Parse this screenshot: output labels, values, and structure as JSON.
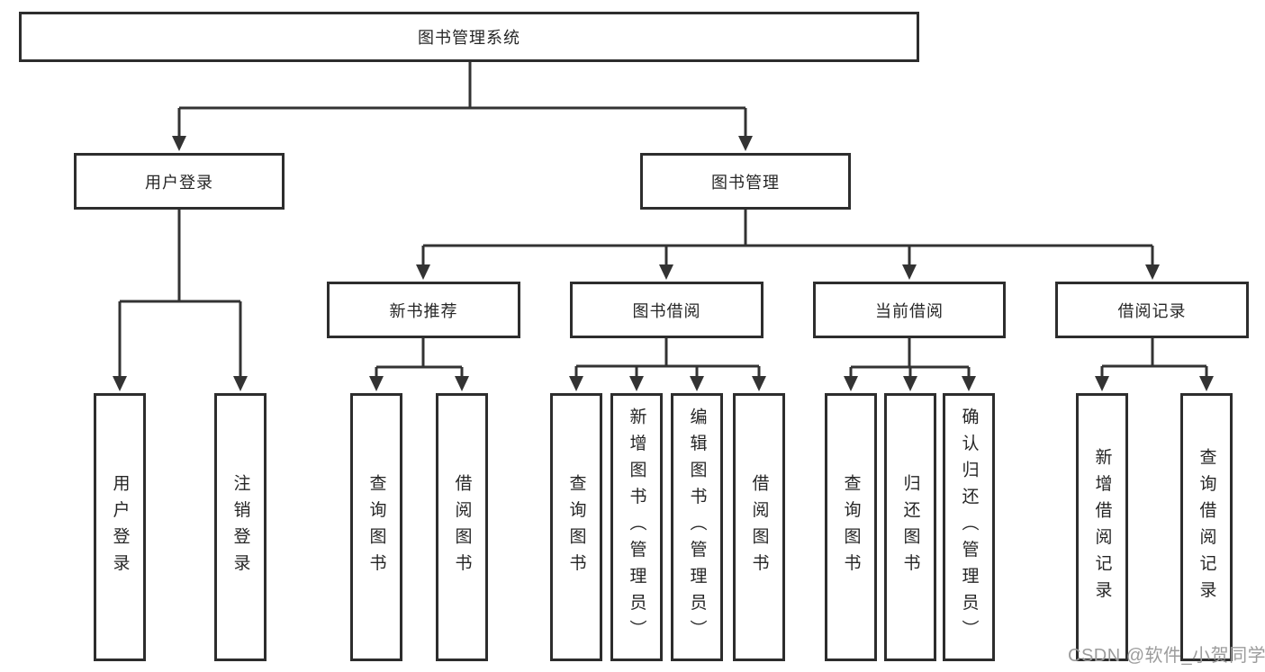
{
  "diagram": {
    "root": {
      "label": "图书管理系统"
    },
    "branches": [
      {
        "label": "用户登录",
        "children": [
          {
            "label": "用户登录"
          },
          {
            "label": "注销登录"
          }
        ]
      },
      {
        "label": "图书管理",
        "children": [
          {
            "label": "新书推荐",
            "children": [
              {
                "label": "查询图书"
              },
              {
                "label": "借阅图书"
              }
            ]
          },
          {
            "label": "图书借阅",
            "children": [
              {
                "label": "查询图书"
              },
              {
                "label": "新增图书（管理员）"
              },
              {
                "label": "编辑图书（管理员）"
              },
              {
                "label": "借阅图书"
              }
            ]
          },
          {
            "label": "当前借阅",
            "children": [
              {
                "label": "查询图书"
              },
              {
                "label": "归还图书"
              },
              {
                "label": "确认归还（管理员）"
              }
            ]
          },
          {
            "label": "借阅记录",
            "children": [
              {
                "label": "新增借阅记录"
              },
              {
                "label": "查询借阅记录"
              }
            ]
          }
        ]
      }
    ]
  },
  "watermark": {
    "text": "CSDN @软件_小贺同学"
  },
  "colors": {
    "line": "#333333",
    "border": "#2d2d2d",
    "text": "#262626",
    "watermark": "#9c9c9c",
    "background": "#ffffff"
  }
}
